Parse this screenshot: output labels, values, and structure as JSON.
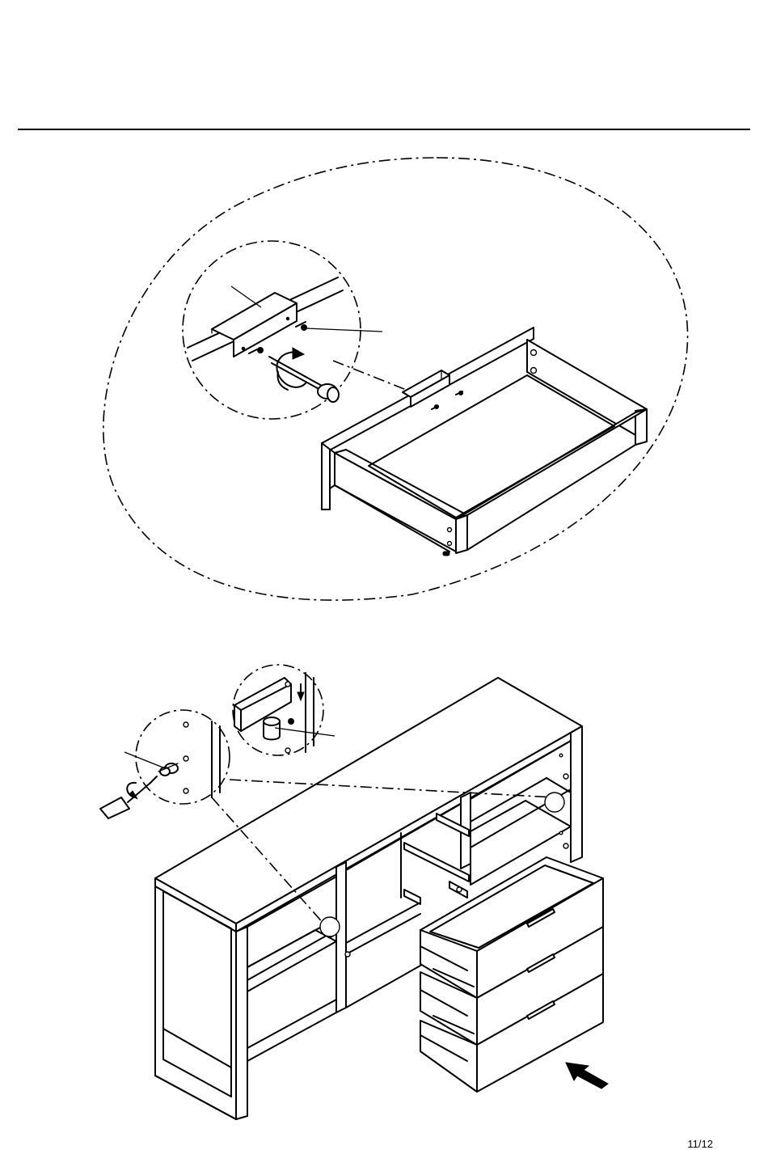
{
  "document": {
    "page_number": "11/12",
    "steps": [
      {
        "name": "drawer-handle-fixing",
        "parts": [
          "handle",
          "screw",
          "screwdriver"
        ]
      },
      {
        "name": "drawers-into-cabinet",
        "parts": [
          "cabinet",
          "drawer-runners",
          "drawers"
        ]
      }
    ]
  }
}
